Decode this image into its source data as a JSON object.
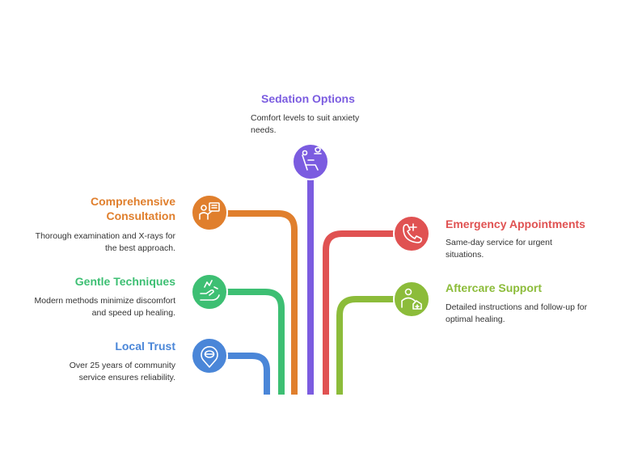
{
  "items": [
    {
      "key": "sedation",
      "title": "Sedation Options",
      "description": "Comfort levels to suit anxiety needs.",
      "color": "#7b5ce0",
      "icon": "dental-chair-icon"
    },
    {
      "key": "consultation",
      "title": "Comprehensive Consultation",
      "description": "Thorough examination and X-rays for the best approach.",
      "color": "#e07f2d",
      "icon": "xray-doctor-icon"
    },
    {
      "key": "gentle",
      "title": "Gentle Techniques",
      "description": "Modern methods minimize discomfort and speed up healing.",
      "color": "#3dbf73",
      "icon": "gentle-hand-icon"
    },
    {
      "key": "local",
      "title": "Local Trust",
      "description": "Over 25 years of community service ensures reliability.",
      "color": "#4a86d8",
      "icon": "local-location-icon"
    },
    {
      "key": "emergency",
      "title": "Emergency Appointments",
      "description": "Same-day service for urgent situations.",
      "color": "#e05252",
      "icon": "emergency-phone-icon"
    },
    {
      "key": "aftercare",
      "title": "Aftercare Support",
      "description": "Detailed instructions and follow-up for optimal healing.",
      "color": "#8cbc3a",
      "icon": "aftercare-person-icon"
    }
  ]
}
